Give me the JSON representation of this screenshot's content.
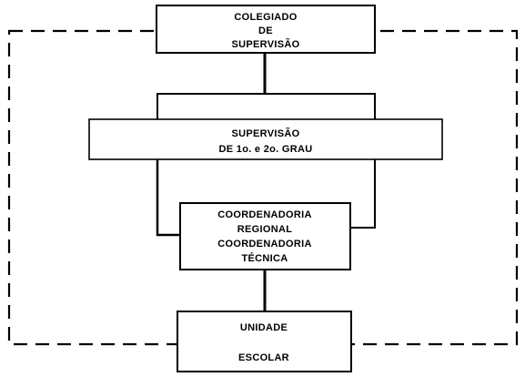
{
  "diagram": {
    "nodes": {
      "colegiado": {
        "lines": [
          "COLEGIADO",
          "DE",
          "SUPERVISÃO"
        ]
      },
      "supervisao": {
        "lines": [
          "SUPERVISÃO",
          "DE 1o. e 2o. GRAU"
        ]
      },
      "coordenadoria": {
        "lines": [
          "COORDENADORIA",
          "REGIONAL",
          "COORDENADORIA",
          "TÉCNICA"
        ]
      },
      "unidade": {
        "lines": [
          "UNIDADE",
          "ESCOLAR"
        ]
      }
    }
  }
}
